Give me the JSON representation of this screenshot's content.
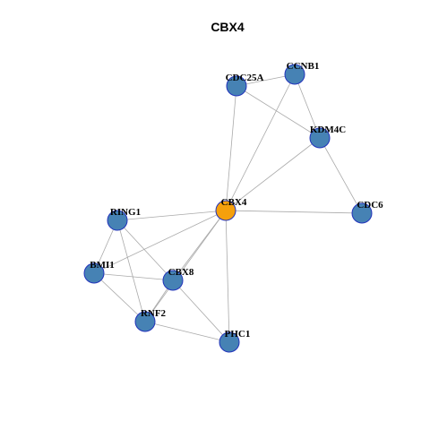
{
  "title": "CBX4",
  "colors": {
    "hub": "#f5a00c",
    "node": "#4682b4",
    "node_border": "#2233bb",
    "edge": "#aaaaaa"
  },
  "nodes": [
    {
      "id": "CBX4",
      "label": "CBX4",
      "hub": true
    },
    {
      "id": "CDC25A",
      "label": "CDC25A",
      "hub": false
    },
    {
      "id": "CCNB1",
      "label": "CCNB1",
      "hub": false
    },
    {
      "id": "KDM4C",
      "label": "KDM4C",
      "hub": false
    },
    {
      "id": "CDC6",
      "label": "CDC6",
      "hub": false
    },
    {
      "id": "RING1",
      "label": "RING1",
      "hub": false
    },
    {
      "id": "BMI1",
      "label": "BMI1",
      "hub": false
    },
    {
      "id": "CBX8",
      "label": "CBX8",
      "hub": false
    },
    {
      "id": "RNF2",
      "label": "RNF2",
      "hub": false
    },
    {
      "id": "PHC1",
      "label": "PHC1",
      "hub": false
    }
  ],
  "edges": [
    [
      "CBX4",
      "CDC25A"
    ],
    [
      "CBX4",
      "CCNB1"
    ],
    [
      "CBX4",
      "KDM4C"
    ],
    [
      "CBX4",
      "CDC6"
    ],
    [
      "CBX4",
      "RING1"
    ],
    [
      "CBX4",
      "BMI1"
    ],
    [
      "CBX4",
      "CBX8"
    ],
    [
      "CBX4",
      "RNF2"
    ],
    [
      "CBX4",
      "PHC1"
    ],
    [
      "CDC25A",
      "CCNB1"
    ],
    [
      "CDC25A",
      "KDM4C"
    ],
    [
      "CCNB1",
      "KDM4C"
    ],
    [
      "KDM4C",
      "CDC6"
    ],
    [
      "RING1",
      "BMI1"
    ],
    [
      "RING1",
      "CBX8"
    ],
    [
      "RING1",
      "RNF2"
    ],
    [
      "BMI1",
      "CBX8"
    ],
    [
      "BMI1",
      "RNF2"
    ],
    [
      "CBX8",
      "RNF2"
    ],
    [
      "CBX8",
      "PHC1"
    ],
    [
      "RNF2",
      "PHC1"
    ]
  ]
}
